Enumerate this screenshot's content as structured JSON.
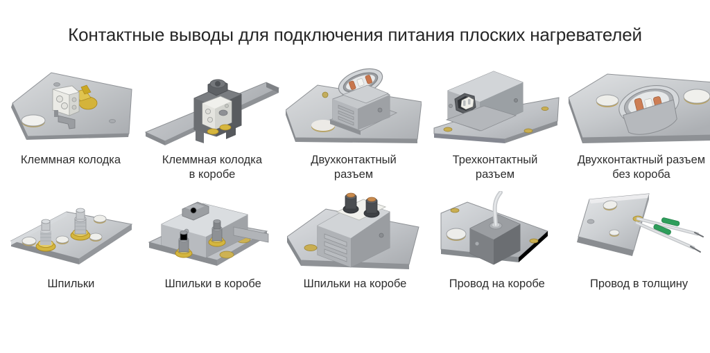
{
  "page": {
    "title": "Контактные выводы для подключения питания плоских нагревателей",
    "background_color": "#ffffff",
    "text_color": "#2d2d2d"
  },
  "palette": {
    "metal_light": "#e9eaec",
    "metal_mid": "#c3c5c8",
    "metal_dark": "#9b9ea2",
    "metal_shadow": "#7c7f83",
    "brass": "#c8a526",
    "brass_light": "#e2c964",
    "copper": "#c87a52",
    "white_block": "#f2f2ee",
    "dark_box": "#6e7175",
    "green_sleeve": "#2e9e5b",
    "wire_gray": "#b9bcc0"
  },
  "rows": [
    {
      "row_name": "row-1",
      "items": [
        {
          "id": "terminal-block",
          "caption": "Клеммная колодка",
          "image_name": "terminal-block-on-plate-image"
        },
        {
          "id": "terminal-block-in-box",
          "caption": "Клеммная колодка\nв коробе",
          "image_name": "terminal-block-in-box-image"
        },
        {
          "id": "two-pin-connector",
          "caption": "Двухконтактный\nразъем",
          "image_name": "two-pin-connector-image"
        },
        {
          "id": "three-pin-connector",
          "caption": "Трехконтактный\nразъем",
          "image_name": "three-pin-connector-image"
        },
        {
          "id": "two-pin-connector-no-box",
          "caption": "Двухконтактный разъем\nбез короба",
          "image_name": "two-pin-connector-no-box-image"
        }
      ]
    },
    {
      "row_name": "row-2",
      "items": [
        {
          "id": "studs",
          "caption": "Шпильки",
          "image_name": "studs-on-plate-image"
        },
        {
          "id": "studs-in-box",
          "caption": "Шпильки в коробе",
          "image_name": "studs-in-box-image"
        },
        {
          "id": "studs-on-box",
          "caption": "Шпильки на коробе",
          "image_name": "studs-on-box-image"
        },
        {
          "id": "wire-on-box",
          "caption": "Провод на коробе",
          "image_name": "wire-on-box-image"
        },
        {
          "id": "wire-in-thickness",
          "caption": "Провод в толщину",
          "image_name": "wire-in-thickness-image"
        }
      ]
    }
  ]
}
